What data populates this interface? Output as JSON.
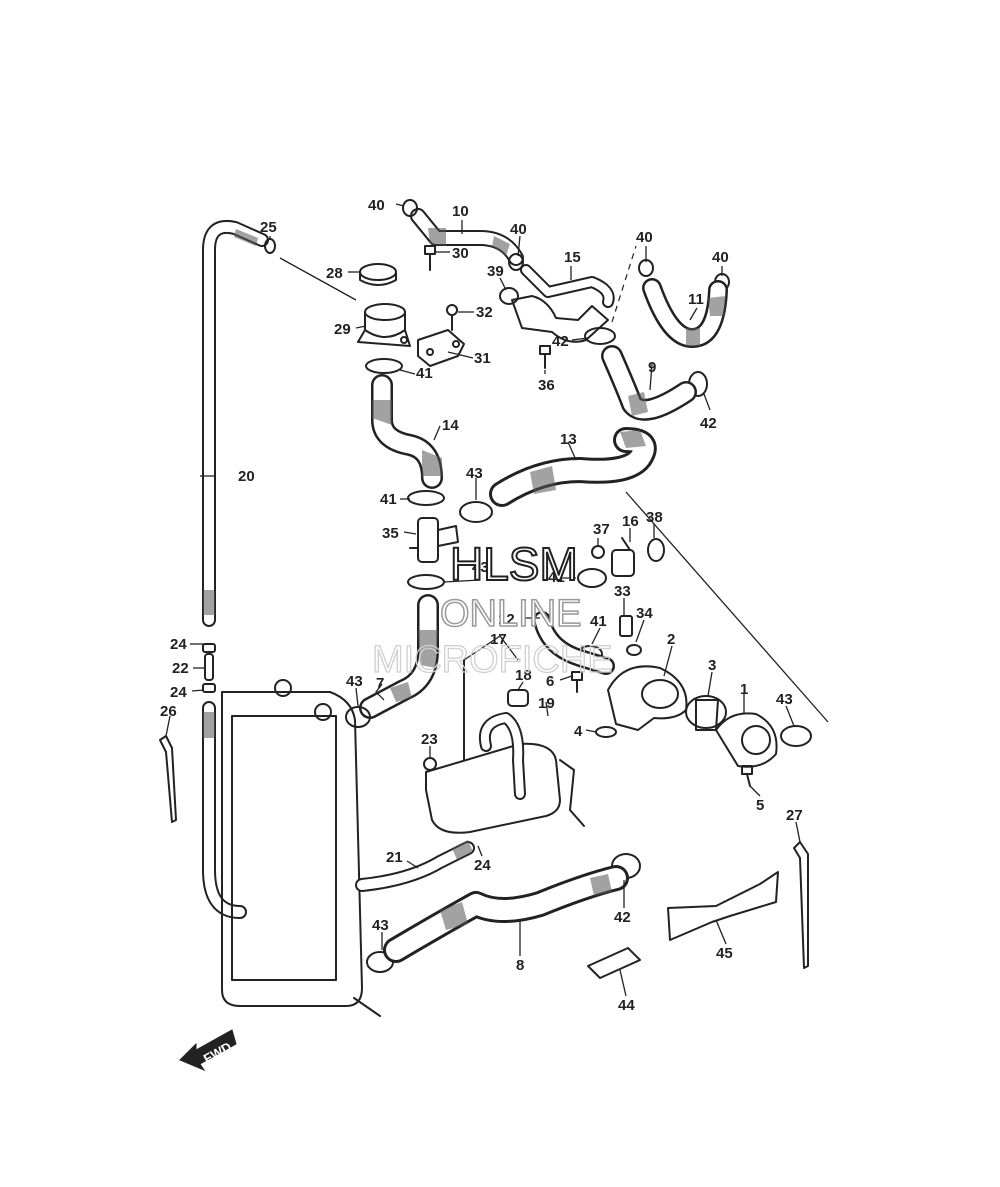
{
  "watermark": {
    "line1": "HLSM",
    "line2": "ONLINE",
    "line3": "MICROFICHE"
  },
  "fwd_label": "FWD",
  "callouts": [
    {
      "id": "1",
      "label": "1"
    },
    {
      "id": "2",
      "label": "2"
    },
    {
      "id": "3",
      "label": "3"
    },
    {
      "id": "4",
      "label": "4"
    },
    {
      "id": "5",
      "label": "5"
    },
    {
      "id": "6",
      "label": "6"
    },
    {
      "id": "7",
      "label": "7"
    },
    {
      "id": "8",
      "label": "8"
    },
    {
      "id": "9",
      "label": "9"
    },
    {
      "id": "10",
      "label": "10"
    },
    {
      "id": "11",
      "label": "11"
    },
    {
      "id": "12",
      "label": "12"
    },
    {
      "id": "13",
      "label": "13"
    },
    {
      "id": "14",
      "label": "14"
    },
    {
      "id": "15",
      "label": "15"
    },
    {
      "id": "16",
      "label": "16"
    },
    {
      "id": "17",
      "label": "17"
    },
    {
      "id": "18",
      "label": "18"
    },
    {
      "id": "19",
      "label": "19"
    },
    {
      "id": "20",
      "label": "20"
    },
    {
      "id": "21",
      "label": "21"
    },
    {
      "id": "22",
      "label": "22"
    },
    {
      "id": "23",
      "label": "23"
    },
    {
      "id": "24a",
      "label": "24"
    },
    {
      "id": "24b",
      "label": "24"
    },
    {
      "id": "24c",
      "label": "24"
    },
    {
      "id": "25",
      "label": "25"
    },
    {
      "id": "26",
      "label": "26"
    },
    {
      "id": "27",
      "label": "27"
    },
    {
      "id": "28",
      "label": "28"
    },
    {
      "id": "29",
      "label": "29"
    },
    {
      "id": "30",
      "label": "30"
    },
    {
      "id": "31",
      "label": "31"
    },
    {
      "id": "32",
      "label": "32"
    },
    {
      "id": "33",
      "label": "33"
    },
    {
      "id": "34",
      "label": "34"
    },
    {
      "id": "35",
      "label": "35"
    },
    {
      "id": "36",
      "label": "36"
    },
    {
      "id": "37",
      "label": "37"
    },
    {
      "id": "38",
      "label": "38"
    },
    {
      "id": "39",
      "label": "39"
    },
    {
      "id": "40a",
      "label": "40"
    },
    {
      "id": "40b",
      "label": "40"
    },
    {
      "id": "40c",
      "label": "40"
    },
    {
      "id": "40d",
      "label": "40"
    },
    {
      "id": "41a",
      "label": "41"
    },
    {
      "id": "41b",
      "label": "41"
    },
    {
      "id": "41c",
      "label": "41"
    },
    {
      "id": "41d",
      "label": "41"
    },
    {
      "id": "42a",
      "label": "42"
    },
    {
      "id": "42b",
      "label": "42"
    },
    {
      "id": "42c",
      "label": "42"
    },
    {
      "id": "43a",
      "label": "43"
    },
    {
      "id": "43b",
      "label": "43"
    },
    {
      "id": "43c",
      "label": "43"
    },
    {
      "id": "43d",
      "label": "43"
    },
    {
      "id": "43e",
      "label": "43"
    },
    {
      "id": "44",
      "label": "44"
    },
    {
      "id": "45",
      "label": "45"
    }
  ]
}
